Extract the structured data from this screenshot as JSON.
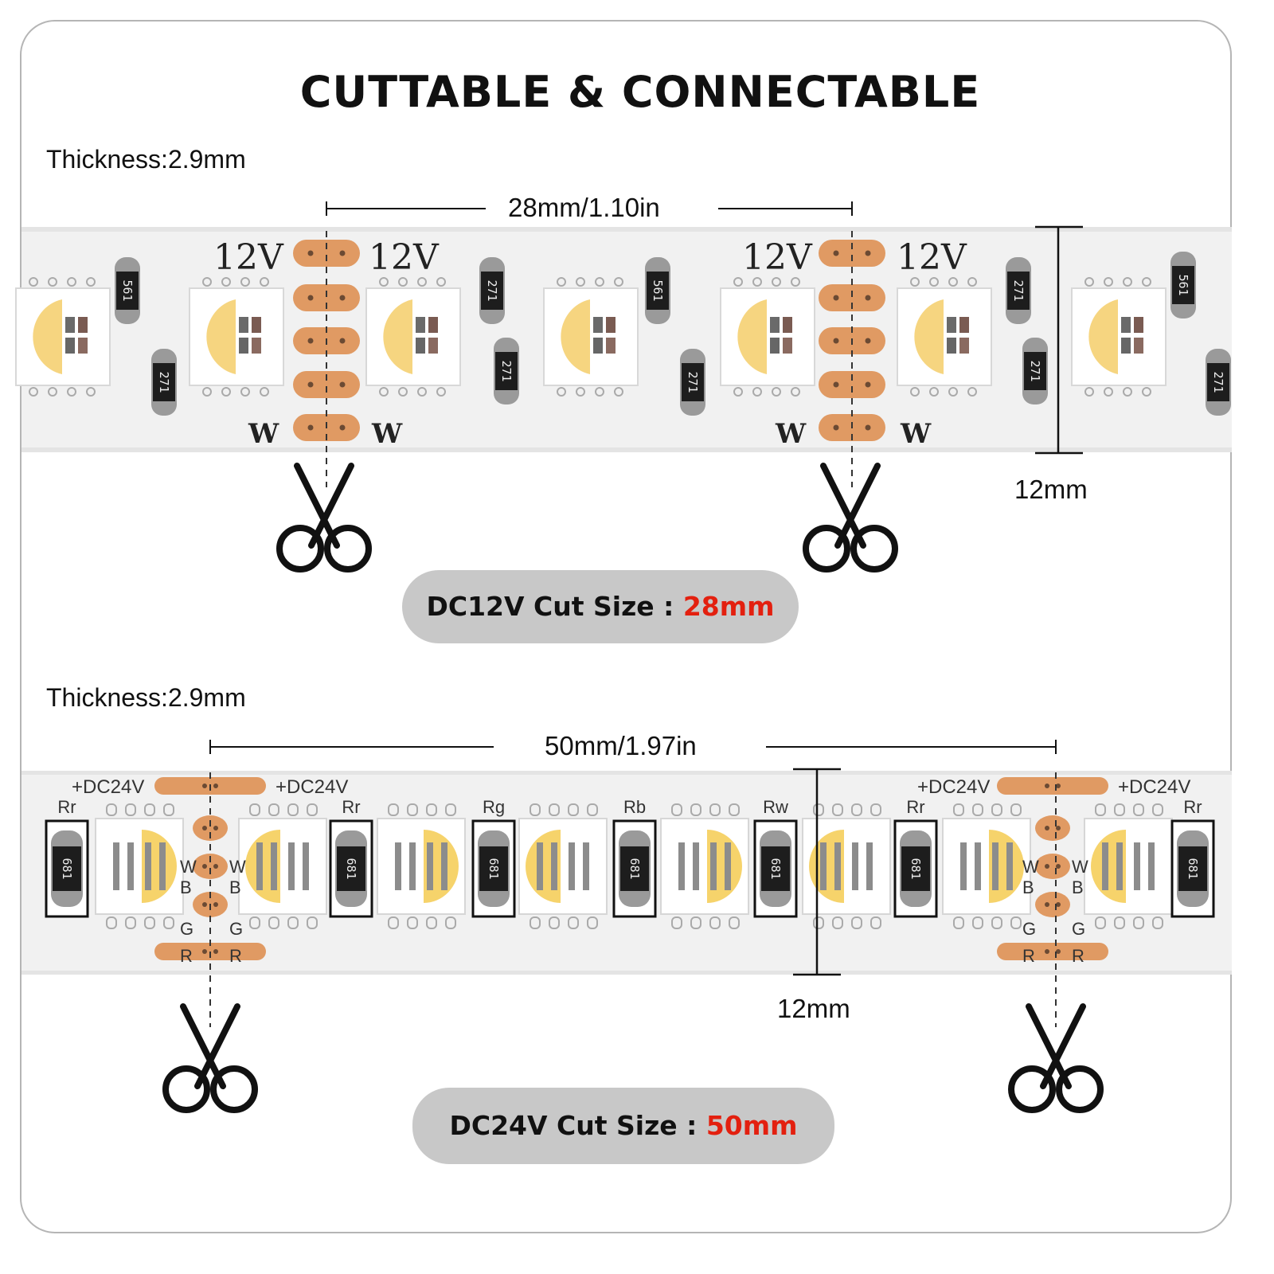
{
  "title": "CUTTABLE & CONNECTABLE",
  "strip12": {
    "thickness": "Thickness:2.9mm",
    "pitch": "28mm/1.10in",
    "width": "12mm",
    "voltage_mark": "12V",
    "white_mark": "W",
    "resistor_codes": [
      "561",
      "271"
    ],
    "cut_label": "DC12V Cut Size : ",
    "cut_value": "28mm"
  },
  "strip24": {
    "thickness": "Thickness:2.9mm",
    "pitch": "50mm/1.97in",
    "width": "12mm",
    "voltage_mark": "+DC24V",
    "resistor_labels": [
      "Rr",
      "Rg",
      "Rb",
      "Rw"
    ],
    "resistor_code": "681",
    "pad_letters": [
      "W",
      "B",
      "G",
      "R"
    ],
    "cut_label": "DC24V Cut Size : ",
    "cut_value": "50mm"
  },
  "colors": {
    "accent_red": "#e3200f",
    "copper_pad": "#e09a63",
    "pill_gray": "#c8c8c8",
    "strip_white": "#f1f1f1"
  },
  "icons": [
    "scissors-icon"
  ]
}
